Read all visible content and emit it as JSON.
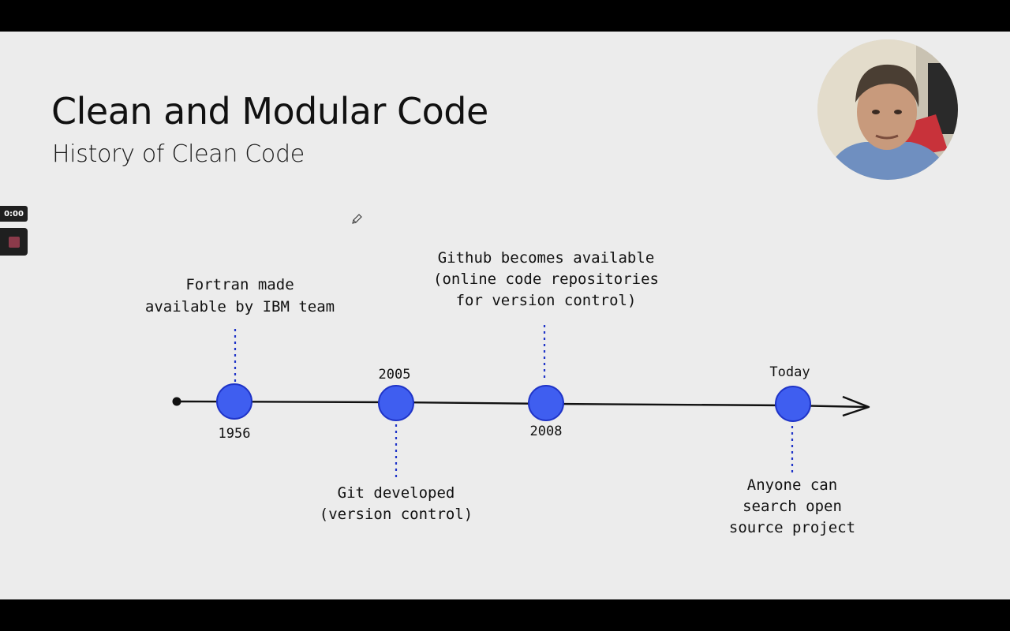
{
  "slide": {
    "title": "Clean and Modular Code",
    "subtitle": "History of Clean Code"
  },
  "recorder": {
    "timer": "0:00"
  },
  "timeline": {
    "colors": {
      "node": "#3f5ef0",
      "node_stroke": "#1f34c8",
      "line": "#111111",
      "connector": "#1f34c8"
    },
    "events": [
      {
        "year": "1956",
        "description": [
          "Fortran made",
          "available by IBM team"
        ]
      },
      {
        "year": "2005",
        "description": [
          "Git developed",
          "(version control)"
        ]
      },
      {
        "year": "2008",
        "description": [
          "Github becomes available",
          "(online code repositories",
          "for version control)"
        ]
      },
      {
        "year": "Today",
        "description": [
          "Anyone can",
          "search open",
          "source project"
        ]
      }
    ]
  },
  "icons": {
    "stop": "stop-icon",
    "pencil": "pencil-icon",
    "arrow": "arrow-head-icon"
  }
}
